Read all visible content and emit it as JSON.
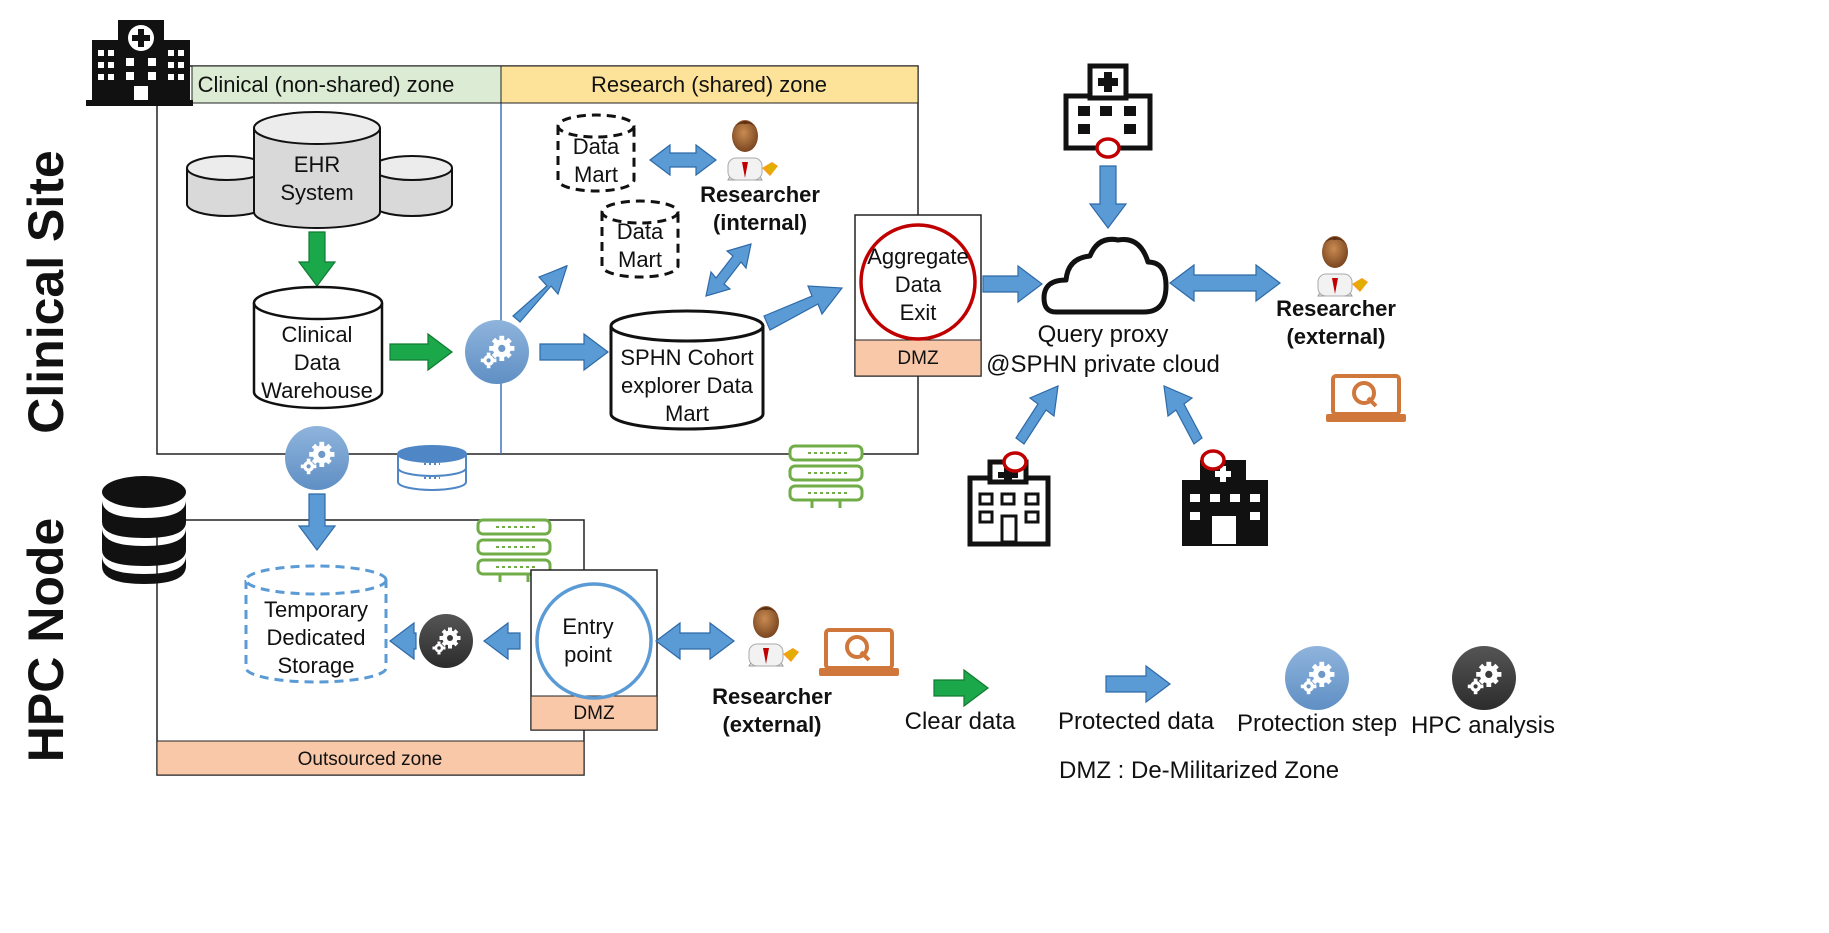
{
  "side_labels": {
    "clinical_site": "Clinical Site",
    "hpc_node": "HPC Node"
  },
  "zones": {
    "clinical": "Clinical (non-shared) zone",
    "research": "Research (shared) zone",
    "outsourced": "Outsourced  zone",
    "dmz_aggregate": "DMZ",
    "dmz_entry": "DMZ"
  },
  "nodes": {
    "ehr": [
      "EHR",
      "System"
    ],
    "cdw": [
      "Clinical",
      "Data",
      "Warehouse"
    ],
    "data_mart_1": [
      "Data",
      "Mart"
    ],
    "data_mart_2": [
      "Data",
      "Mart"
    ],
    "sphn_mart": [
      "SPHN Cohort",
      "explorer Data",
      "Mart"
    ],
    "aggregate_exit": [
      "Aggregate",
      "Data",
      "Exit"
    ],
    "query_proxy": [
      "Query proxy",
      "@SPHN private cloud"
    ],
    "temp_storage": [
      "Temporary",
      "Dedicated",
      "Storage"
    ],
    "entry_point": [
      "Entry",
      "point"
    ]
  },
  "people": {
    "researcher_internal": [
      "Researcher",
      "(internal)"
    ],
    "researcher_external_top": [
      "Researcher",
      "(external)"
    ],
    "researcher_external_bottom": [
      "Researcher",
      "(external)"
    ]
  },
  "legend": {
    "clear": "Clear data",
    "protected": "Protected data",
    "protection_step": "Protection step",
    "hpc_analysis": "HPC analysis",
    "dmz_note": "DMZ : De-Militarized Zone"
  },
  "colors": {
    "clinical_zone": "#dcecd4",
    "research_zone": "#fde39a",
    "dmz": "#f8c8a8",
    "blue_arrow": "#5b9bd5",
    "green_arrow": "#1aa84a",
    "server_green": "#70ad47",
    "laptop": "#d0773c",
    "red_ring": "#c00000"
  }
}
